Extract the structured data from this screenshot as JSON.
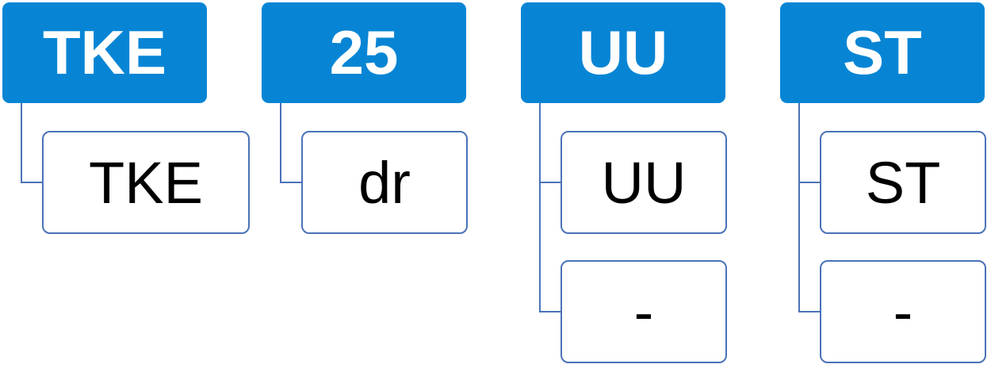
{
  "diagram": {
    "colors": {
      "header_fill": "#0785d4",
      "header_text": "#ffffff",
      "child_border": "#4a72b8",
      "child_text": "#000000",
      "connector": "#4a72b8"
    },
    "groups": [
      {
        "header": "TKE",
        "children": [
          "TKE"
        ]
      },
      {
        "header": "25",
        "children": [
          "dr"
        ]
      },
      {
        "header": "UU",
        "children": [
          "UU",
          "-"
        ]
      },
      {
        "header": "ST",
        "children": [
          "ST",
          "-"
        ]
      }
    ]
  }
}
